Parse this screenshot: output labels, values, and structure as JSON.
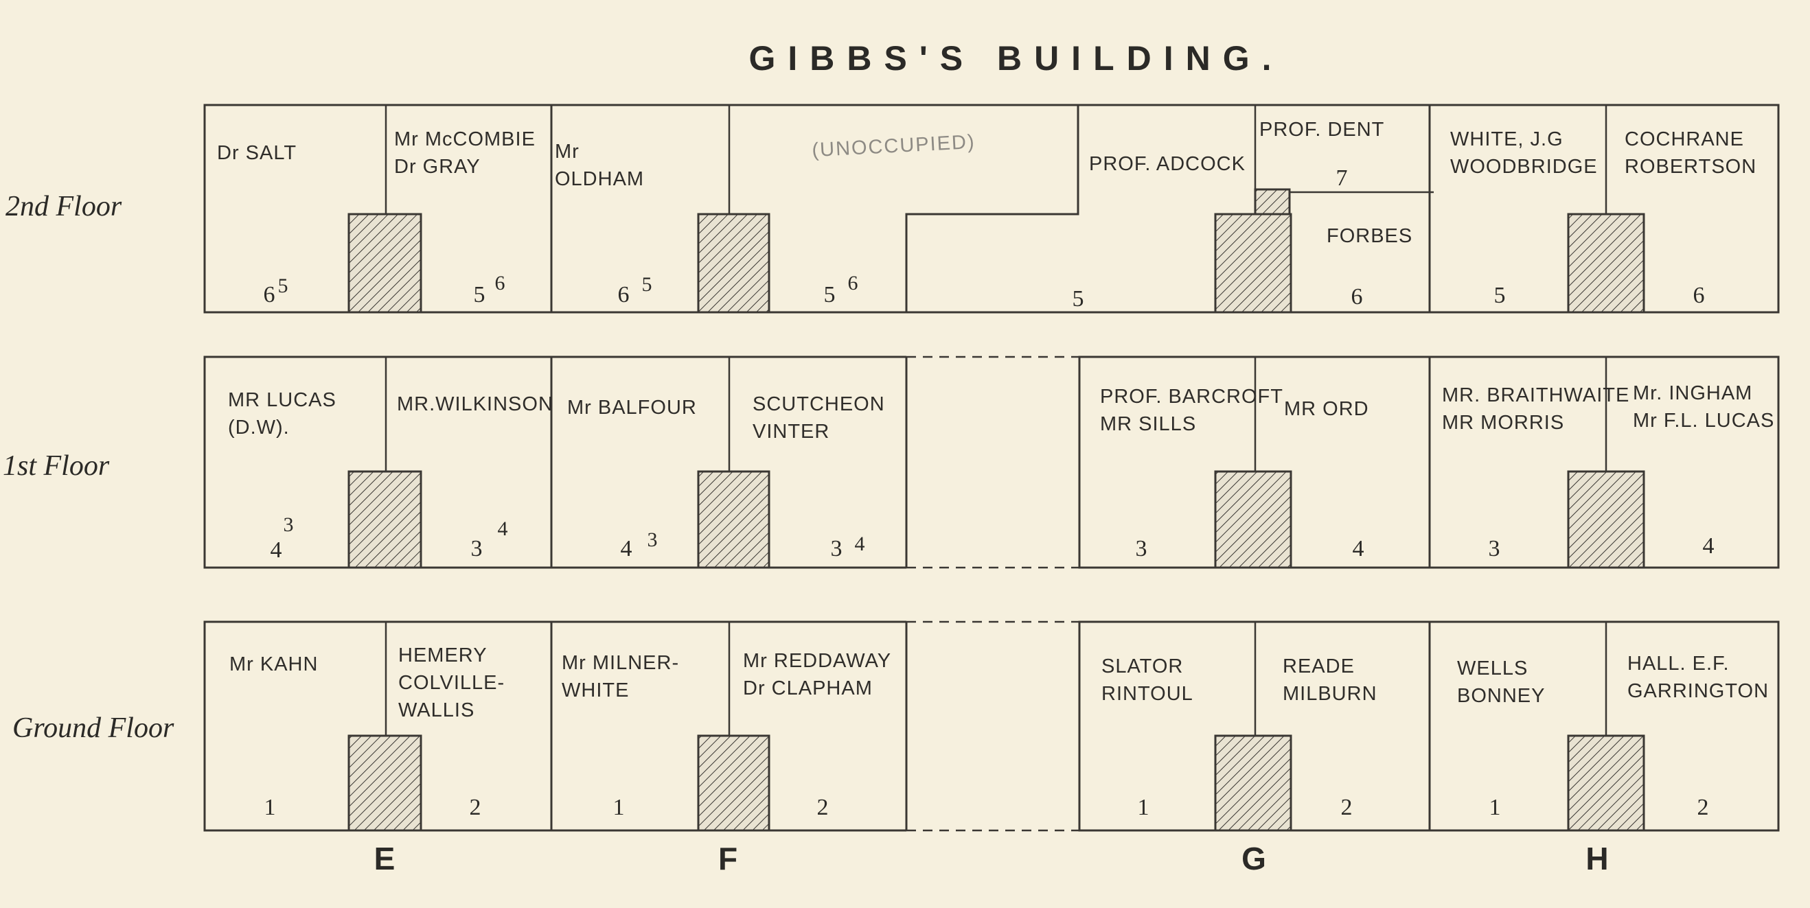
{
  "title": "GIBBS'S BUILDING.",
  "floors": {
    "second": "2nd Floor",
    "first": "1st Floor",
    "ground": "Ground Floor"
  },
  "staircases": [
    "E",
    "F",
    "G",
    "H"
  ],
  "unoccupied": "(UNOCCUPIED)",
  "rooms": {
    "second": [
      {
        "name": [
          "Dr SALT"
        ],
        "num": "6",
        "alt": "5"
      },
      {
        "name": [
          "Mr McCOMBIE",
          "Dr GRAY"
        ],
        "num": "5",
        "alt": "6"
      },
      {
        "name": [
          "Mr",
          "OLDHAM"
        ],
        "num": "6",
        "alt": "5"
      },
      {
        "name": [],
        "num": "5",
        "alt": "6"
      },
      {
        "name": [
          "PROF. ADCOCK"
        ],
        "num": "5",
        "alt": ""
      },
      {
        "name": [
          "PROF. DENT"
        ],
        "num": "7",
        "alt": ""
      },
      {
        "name": [
          "FORBES"
        ],
        "num": "6",
        "alt": ""
      },
      {
        "name": [
          "WHITE, J.G",
          "WOODBRIDGE"
        ],
        "num": "5",
        "alt": ""
      },
      {
        "name": [
          "COCHRANE",
          "ROBERTSON"
        ],
        "num": "6",
        "alt": ""
      }
    ],
    "first": [
      {
        "name": [
          "MR LUCAS",
          "(D.W)."
        ],
        "num": "4",
        "alt": "3"
      },
      {
        "name": [
          "MR.WILKINSON"
        ],
        "num": "3",
        "alt": "4"
      },
      {
        "name": [
          "Mr BALFOUR"
        ],
        "num": "4",
        "alt": "3"
      },
      {
        "name": [
          "SCUTCHEON",
          "VINTER"
        ],
        "num": "3",
        "alt": "4"
      },
      {
        "name": [
          "PROF. BARCROFT",
          "MR SILLS"
        ],
        "num": "3",
        "alt": ""
      },
      {
        "name": [
          "MR ORD"
        ],
        "num": "4",
        "alt": ""
      },
      {
        "name": [
          "MR. BRAITHWAITE",
          "MR MORRIS"
        ],
        "num": "3",
        "alt": ""
      },
      {
        "name": [
          "Mr. INGHAM",
          "Mr F.L. LUCAS"
        ],
        "num": "4",
        "alt": ""
      }
    ],
    "ground": [
      {
        "name": [
          "Mr KAHN"
        ],
        "num": "1",
        "alt": ""
      },
      {
        "name": [
          "HEMERY",
          "COLVILLE-",
          "WALLIS"
        ],
        "num": "2",
        "alt": ""
      },
      {
        "name": [
          "Mr MILNER-",
          "WHITE"
        ],
        "num": "1",
        "alt": ""
      },
      {
        "name": [
          "Mr REDDAWAY",
          "Dr CLAPHAM"
        ],
        "num": "2",
        "alt": ""
      },
      {
        "name": [
          "SLATOR",
          "RINTOUL"
        ],
        "num": "1",
        "alt": ""
      },
      {
        "name": [
          "READE",
          "MILBURN"
        ],
        "num": "2",
        "alt": ""
      },
      {
        "name": [
          "WELLS",
          "BONNEY"
        ],
        "num": "1",
        "alt": ""
      },
      {
        "name": [
          "HALL. E.F.",
          "GARRINGTON"
        ],
        "num": "2",
        "alt": ""
      }
    ]
  }
}
